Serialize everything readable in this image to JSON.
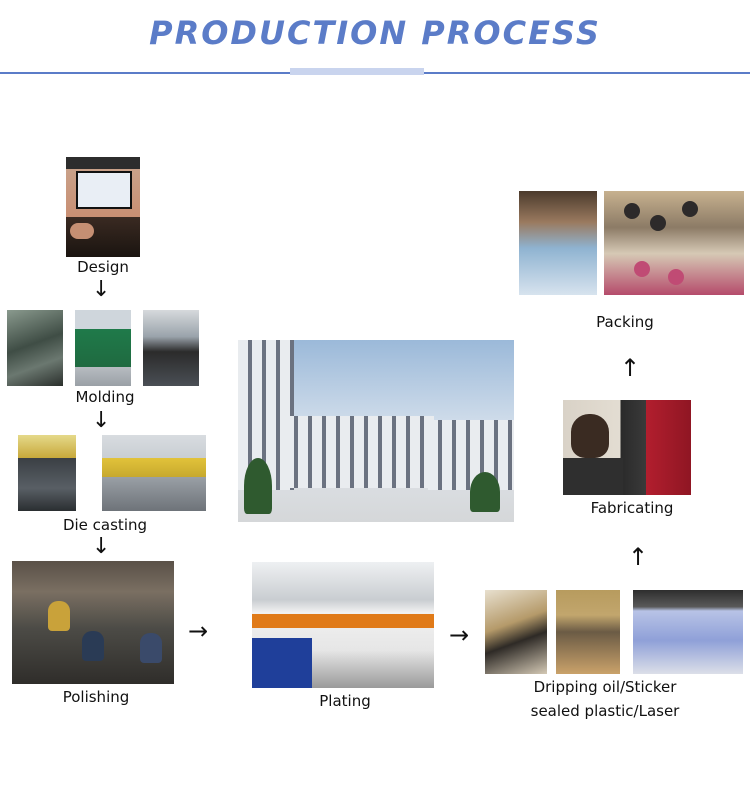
{
  "header": {
    "title": "PRODUCTION PROCESS"
  },
  "steps": {
    "design": "Design",
    "molding": "Molding",
    "die_casting": "Die casting",
    "polishing": "Polishing",
    "plating": "Plating",
    "dripping_line1": "Dripping oil/Sticker",
    "dripping_line2": "sealed plastic/Laser",
    "fabricating": "Fabricating",
    "packing": "Packing"
  },
  "arrows": {
    "down": "↓",
    "up": "↑",
    "right": "→"
  },
  "colors": {
    "accent": "#5b7cc8",
    "accent_light": "#c9d4ee",
    "text": "#111111"
  }
}
